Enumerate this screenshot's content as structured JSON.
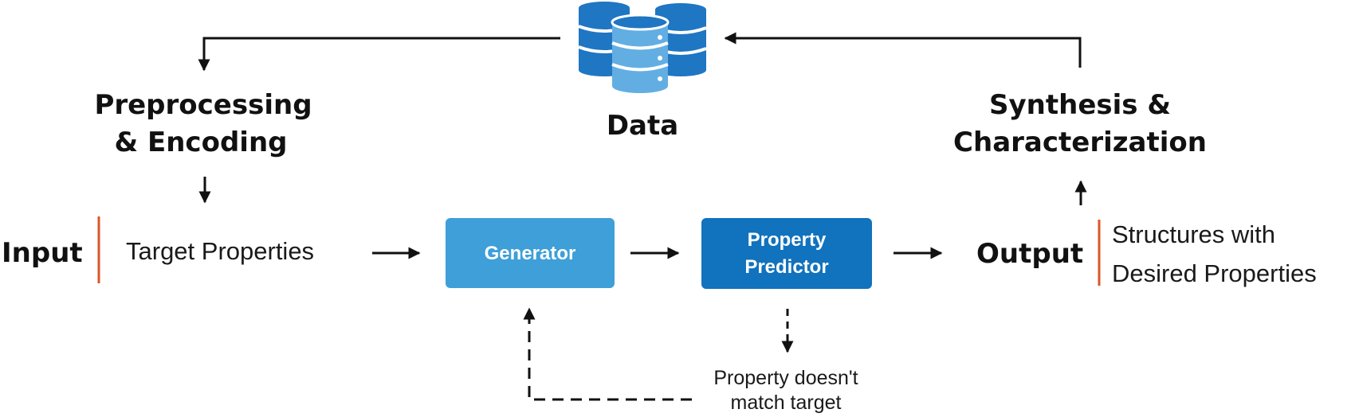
{
  "data_node": {
    "label": "Data",
    "icon": "database-icon"
  },
  "preprocessing": {
    "line1": "Preprocessing",
    "line2": "& Encoding"
  },
  "synthesis": {
    "line1": "Synthesis &",
    "line2": "Characterization"
  },
  "input": {
    "label": "Input",
    "text": "Target Properties"
  },
  "generator": {
    "label": "Generator"
  },
  "predictor": {
    "line1": "Property",
    "line2": "Predictor"
  },
  "output": {
    "label": "Output",
    "line1": "Structures with",
    "line2": "Desired Properties"
  },
  "feedback": {
    "line1": "Property doesn't",
    "line2": "match target"
  },
  "colors": {
    "generator_fill": "#3f9fd8",
    "predictor_fill": "#1172bd",
    "database_dark": "#1f76c2",
    "database_light": "#62aee3",
    "separator": "#d9572a",
    "arrow": "#111111"
  }
}
